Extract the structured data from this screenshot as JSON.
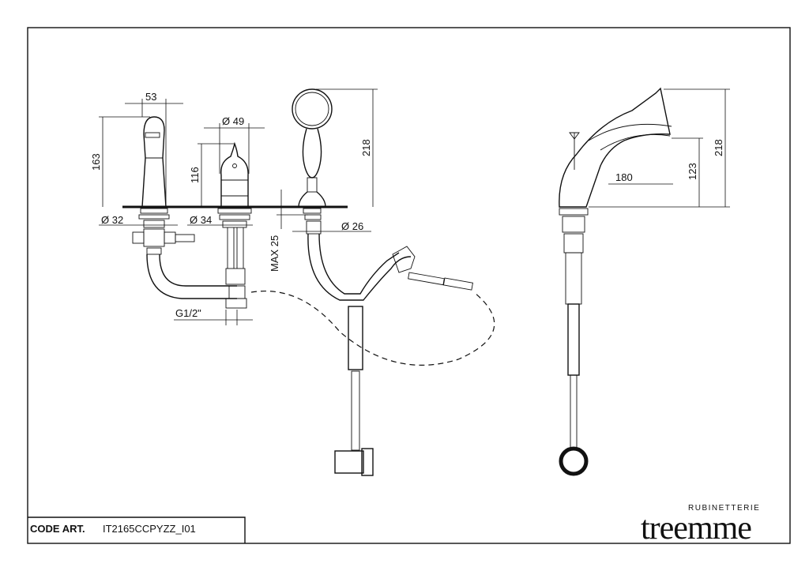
{
  "title_block": {
    "code_label": "CODE ART.",
    "code_value": "IT2165CCPYZZ_I01"
  },
  "brand": {
    "subtitle": "RUBINETTERIE",
    "name": "treemme"
  },
  "dimensions": {
    "spout_width": "53",
    "spout_height": "163",
    "handle_diameter": "Ø 49",
    "handle_height": "116",
    "shower_height": "218",
    "spout_base_diameter": "Ø 32",
    "handle_base_diameter": "Ø 34",
    "max_deck": "MAX 25",
    "shower_base_diameter": "Ø 26",
    "connection": "G1/2\"",
    "side_reach": "180",
    "side_spout_height": "123",
    "side_total_height": "218"
  }
}
